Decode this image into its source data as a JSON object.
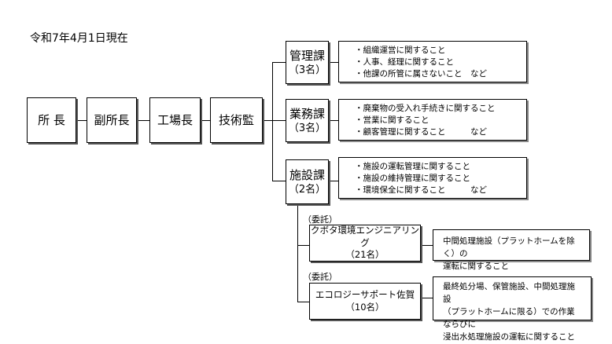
{
  "date_label": "令和7年4月1日現在",
  "chain": [
    "所 長",
    "副所長",
    "工場長",
    "技術監"
  ],
  "sections": [
    {
      "name": "管理課",
      "count": "（3名）",
      "duties": [
        "・組織運営に関すること",
        "・人事、経理に関すること",
        "・他課の所管に属さないこと"
      ],
      "suffix": "など"
    },
    {
      "name": "業務課",
      "count": "（3名）",
      "duties": [
        "・廃棄物の受入れ手続きに関すること",
        "・営業に関すること",
        "・顧客管理に関すること"
      ],
      "suffix": "など"
    },
    {
      "name": "施設課",
      "count": "（2名）",
      "duties": [
        "・施設の運転管理に関すること",
        "・施設の維持管理に関すること",
        "・環境保全に関すること"
      ],
      "suffix": "など"
    }
  ],
  "contractors": [
    {
      "tag": "（委託）",
      "name": "クボタ環境エンジニアリング",
      "count": "（21名）",
      "desc": [
        "中間処理施設（プラットホームを除く）の",
        "運転に関すること"
      ]
    },
    {
      "tag": "（委託）",
      "name": "エコロジーサポート佐賀",
      "count": "（10名）",
      "desc": [
        "最終処分場、保管施設、中間処理施設",
        "（プラットホームに限る）での作業ならびに",
        "浸出水処理施設の運転に関すること"
      ]
    }
  ]
}
